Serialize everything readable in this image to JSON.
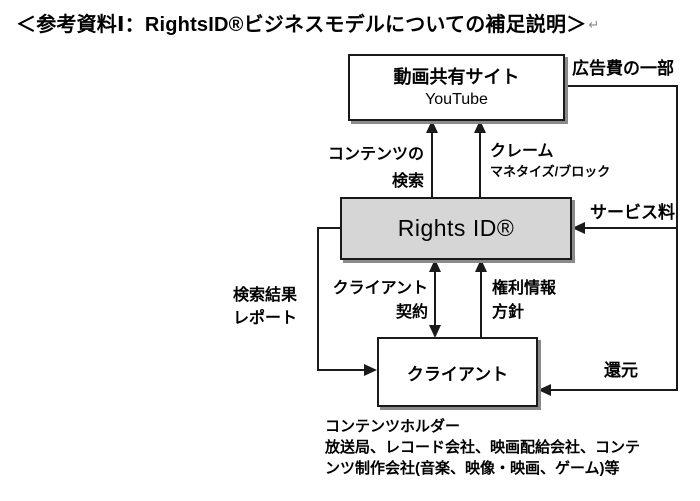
{
  "title": {
    "text": "＜参考資料Ⅰ：RightsID®ビジネスモデルについての補足説明＞",
    "return_mark": "↵"
  },
  "nodes": {
    "video_site": {
      "line1": "動画共有サイト",
      "line2": "YouTube"
    },
    "rights_id": {
      "label": "Rights ID®"
    },
    "client": {
      "label": "クライアント"
    }
  },
  "edge_labels": {
    "ad_fee": "広告費の一部",
    "content_search": {
      "line1": "コンテンツの",
      "line2": "検索"
    },
    "claim": {
      "line1": "クレーム",
      "line2": "マネタイズ/ブロック"
    },
    "service_fee": "サービス料",
    "client_contract": {
      "line1": "クライアント",
      "line2": "契約"
    },
    "rights_info": {
      "line1": "権利情報",
      "line2": "方針"
    },
    "search_report": {
      "line1": "検索結果",
      "line2": "レポート"
    },
    "kickback": "還元"
  },
  "footnote": {
    "lines": [
      "コンテンツホルダー",
      "放送局、レコード会社、映画配給会社、コンテ",
      "ンツ制作会社(音楽、映像・映画、ゲーム)等"
    ]
  },
  "colors": {
    "box_gray_fill": "#d6d6d6",
    "box_white_fill": "#ffffff",
    "border": "#1a1a1a",
    "shadow": "#8a8a8a",
    "text": "#000000",
    "return_mark": "#8a8a8a"
  }
}
